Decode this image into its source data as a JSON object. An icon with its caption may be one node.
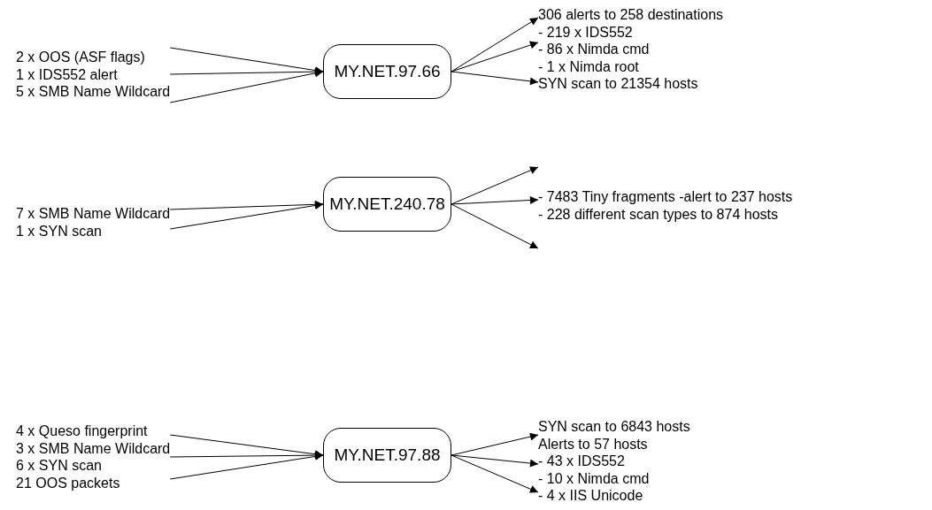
{
  "diagram": {
    "nodes": [
      {
        "text": [
          "2 x OOS (ASF flags)",
          "1 x IDS552 alert",
          "5 x SMB Name Wildcard"
        ]
      },
      {
        "text": [
          "MY.NET.97.66"
        ]
      },
      {
        "text": [
          "306 alerts to 258 destinations",
          "- 219 x IDS552",
          "- 86 x Nimda cmd",
          "- 1 x Nimda root",
          "SYN scan to 21354 hosts"
        ]
      },
      {
        "text": [
          "7 x SMB Name Wildcard",
          "1 x SYN scan"
        ]
      },
      {
        "text": [
          "MY.NET.240.78"
        ]
      },
      {
        "text": [
          "- 7483 Tiny fragments -alert to 237 hosts",
          "- 228 different scan types to 874 hosts"
        ]
      },
      {
        "text": [
          "4 x Queso fingerprint",
          "3 x SMB Name Wildcard",
          "6 x SYN scan",
          "21 OOS packets"
        ]
      },
      {
        "text": [
          "MY.NET.97.88"
        ]
      },
      {
        "text": [
          "SYN scan to 6843 hosts",
          "Alerts to 57 hosts",
          "- 43 x IDS552",
          "- 10 x Nimda cmd",
          "- 4 x IIS Unicode"
        ]
      }
    ],
    "edges": [
      {
        "from": 0,
        "to": 1,
        "arrow": "to"
      },
      {
        "from": 0,
        "to": 1,
        "arrow": "to"
      },
      {
        "from": 0,
        "to": 1,
        "arrow": "to"
      },
      {
        "from": 1,
        "to": 2,
        "arrow": "to"
      },
      {
        "from": 1,
        "to": 2,
        "arrow": "to"
      },
      {
        "from": 1,
        "to": 2,
        "arrow": "to"
      },
      {
        "from": 3,
        "to": 4,
        "arrow": "to"
      },
      {
        "from": 3,
        "to": 4,
        "arrow": "to"
      },
      {
        "from": 4,
        "to": 5,
        "arrow": "to"
      },
      {
        "from": 4,
        "to": 5,
        "arrow": "to"
      },
      {
        "from": 4,
        "to": 5,
        "arrow": "to"
      },
      {
        "from": 6,
        "to": 7,
        "arrow": "to"
      },
      {
        "from": 6,
        "to": 7,
        "arrow": "to"
      },
      {
        "from": 6,
        "to": 7,
        "arrow": "to"
      },
      {
        "from": 7,
        "to": 8,
        "arrow": "to"
      },
      {
        "from": 7,
        "to": 8,
        "arrow": "to"
      },
      {
        "from": 7,
        "to": 8,
        "arrow": "to"
      }
    ]
  }
}
